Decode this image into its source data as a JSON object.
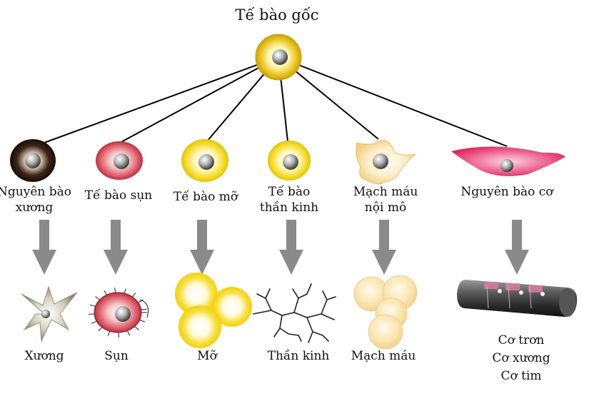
{
  "root": {
    "label": "Tế bào gốc",
    "color": "#e8c21c"
  },
  "branches": [
    {
      "key": "osteoblast",
      "cell_label": [
        "Nguyên bào",
        "xương"
      ],
      "result_label": [
        "Xương"
      ],
      "cell_color": "#2a1a12",
      "result_color": "#b9b39f"
    },
    {
      "key": "chondrocyte",
      "cell_label": [
        "Tế bào sụn"
      ],
      "result_label": [
        "Sụn"
      ],
      "cell_color": "#d9505e",
      "result_color": "#c23a45"
    },
    {
      "key": "adipocyte",
      "cell_label": [
        "Tế bào mỡ"
      ],
      "result_label": [
        "Mỡ"
      ],
      "cell_color": "#f2d81a",
      "result_color": "#f5dc2a"
    },
    {
      "key": "neuron",
      "cell_label": [
        "Tế bào",
        "thần kinh"
      ],
      "result_label": [
        "Thần kinh"
      ],
      "cell_color": "#f0d418",
      "result_color": "#222222"
    },
    {
      "key": "endothelial",
      "cell_label": [
        "Mạch máu",
        "nội mô"
      ],
      "result_label": [
        "Mạch máu"
      ],
      "cell_color": "#f7dfa0",
      "result_color": "#f8e3a8"
    },
    {
      "key": "myoblast",
      "cell_label": [
        "Nguyên bào cơ"
      ],
      "result_label": [
        "Cơ trơn",
        "Cơ xương",
        "Cơ tim"
      ],
      "cell_color": "#e83c78",
      "result_color": "#3a3a3a"
    }
  ],
  "colors": {
    "arrow": "#8a8a8a",
    "line": "#000000",
    "nucleus": "#9a9a9a"
  }
}
